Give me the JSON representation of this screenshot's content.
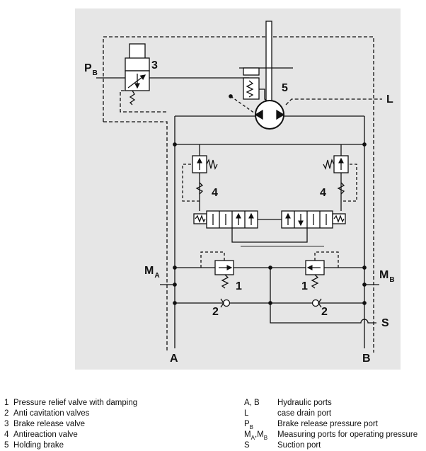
{
  "diagram": {
    "port_labels": {
      "pb": "P",
      "pb_sub": "B",
      "ma": "M",
      "ma_sub": "A",
      "mb": "M",
      "mb_sub": "B",
      "l": "L",
      "s": "S",
      "a": "A",
      "b": "B"
    },
    "component_numbers": {
      "brake_valve": "3",
      "holding_brake": "5",
      "antireaction_left": "4",
      "antireaction_right": "4",
      "relief_left": "1",
      "relief_right": "1",
      "anticav_left": "2",
      "anticav_right": "2"
    }
  },
  "legend": {
    "left": [
      {
        "num": "1",
        "text": "Pressure relief valve with damping"
      },
      {
        "num": "2",
        "text": "Anti cavitation valves"
      },
      {
        "num": "3",
        "text": "Brake release valve"
      },
      {
        "num": "4",
        "text": "Antireaction valve"
      },
      {
        "num": "5",
        "text": "Holding brake"
      }
    ],
    "right": [
      {
        "key": "A, B",
        "text": "Hydraulic ports"
      },
      {
        "key": "L",
        "text": "case drain port"
      },
      {
        "key_main": "P",
        "key_sub": "B",
        "text": "Brake release pressure port"
      },
      {
        "key_main": "M",
        "key_sub": "A",
        "key_mid": ",M",
        "key_sub2": "B",
        "text": "Measuring ports for operating pressure"
      },
      {
        "key": "S",
        "text": "Suction port"
      }
    ]
  }
}
